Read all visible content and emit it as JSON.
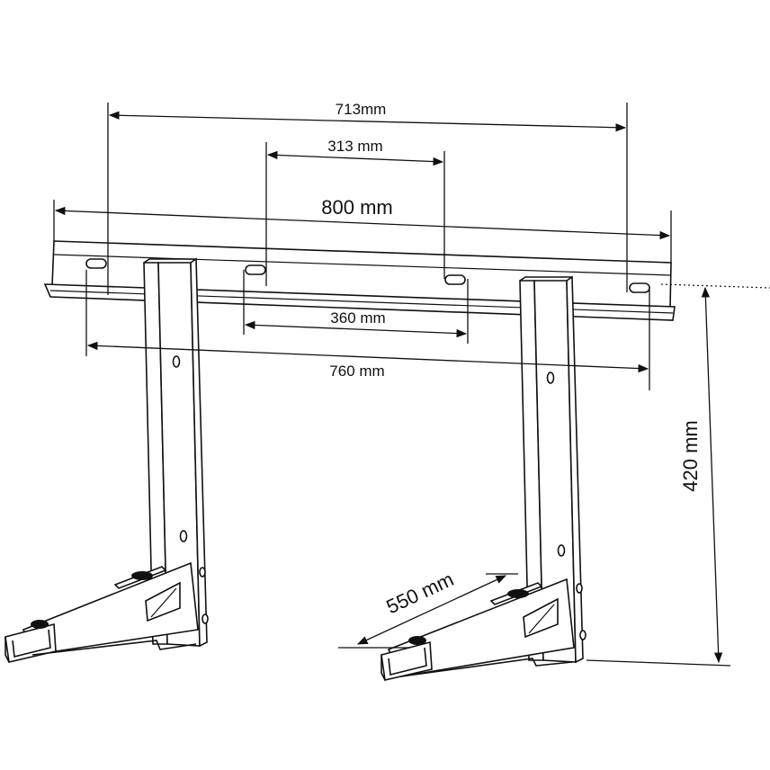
{
  "dimensions": {
    "d713": "713mm",
    "d313": "313 mm",
    "d800": "800 mm",
    "d360": "360 mm",
    "d760": "760 mm",
    "d420": "420 mm",
    "d550": "550 mm"
  },
  "colors": {
    "line": "#111111",
    "background": "#ffffff"
  }
}
